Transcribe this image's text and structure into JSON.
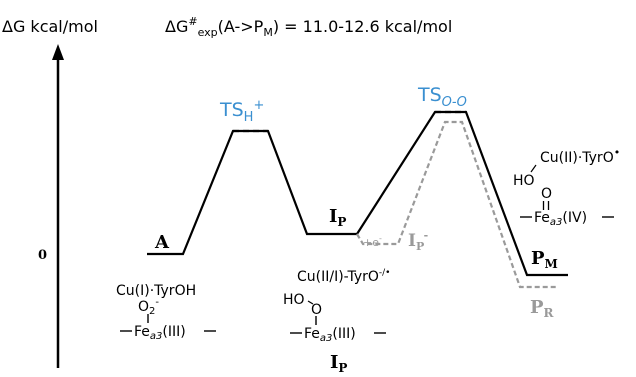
{
  "header": {
    "yaxis_label": "ΔG kcal/mol",
    "equation": {
      "lhs": "ΔG",
      "sup": "#",
      "sub": "exp",
      "arg": "(A->P",
      "arg_sub": "M",
      "rhs": ") = 11.0-12.6 kcal/mol"
    }
  },
  "axis": {
    "zero_label": "0"
  },
  "states": {
    "A": {
      "label": "A"
    },
    "TSH": {
      "label": "TS",
      "sub": "H",
      "sup": "+"
    },
    "IP": {
      "label": "I",
      "sub": "P"
    },
    "IPminus": {
      "label": "I",
      "sub": "P",
      "sup": "-"
    },
    "electron": {
      "label": "+e",
      "sup": "-"
    },
    "TSOO": {
      "label": "TS",
      "sub": "O-O"
    },
    "PM": {
      "label": "P",
      "sub": "M"
    },
    "PR": {
      "label": "P",
      "sub": "R"
    }
  },
  "structures": {
    "A": {
      "line1": "Cu(I)·TyrOH",
      "o2": "O",
      "o2_sub": "2",
      "o2_sup": "-",
      "fe": "Fe",
      "fe_sub": "a3",
      "fe_rest": "(III)"
    },
    "IP": {
      "line1": "Cu(II/I)-TyrO",
      "line1_sup": "-/•",
      "ho": "HO",
      "o": "O",
      "fe": "Fe",
      "fe_sub": "a3",
      "fe_rest": "(III)",
      "caption": "I",
      "caption_sub": "P"
    },
    "PM": {
      "line1": "Cu(II)·TyrO",
      "line1_sup": "•",
      "ho": "HO",
      "o": "O",
      "fe": "Fe",
      "fe_sub": "a3",
      "fe_rest": "(IV)"
    }
  },
  "colors": {
    "black": "#000000",
    "gray": "#9a9a9a",
    "blue": "#3a8fd0"
  }
}
